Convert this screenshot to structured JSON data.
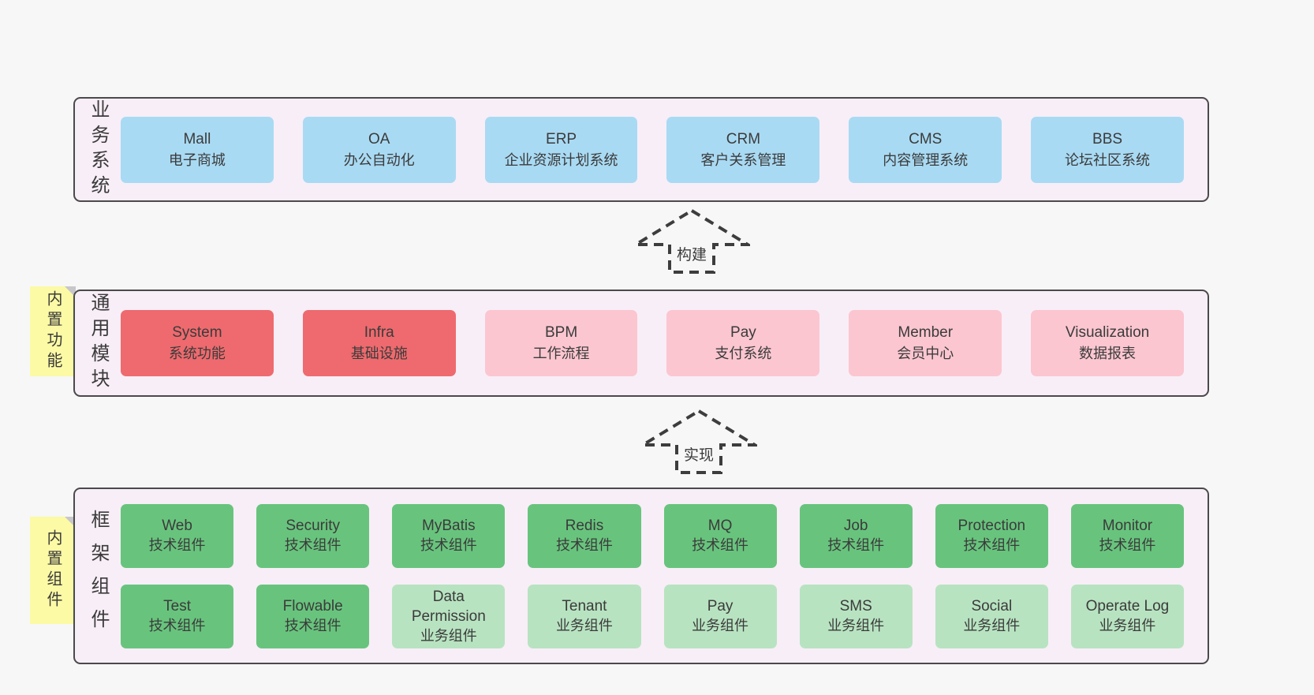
{
  "colors": {
    "page_bg": "#f7f7f7",
    "layer_bg": "#f8eef7",
    "layer_border": "#4a4a4a",
    "box_blue": "#a9daf3",
    "box_red": "#ee6a6e",
    "box_pink": "#fbc6d0",
    "box_green": "#68c47d",
    "box_lightgreen": "#b8e3c1",
    "note_yellow": "#fcfaa5",
    "note_fold_gray": "#c7c7cb",
    "text": "#3b3b3b",
    "arrow_stroke": "#3d3d3d"
  },
  "arrows": [
    {
      "label": "构建"
    },
    {
      "label": "实现"
    }
  ],
  "layers": [
    {
      "label": "业务系统",
      "boxes": [
        {
          "name": "Mall",
          "subtitle": "电子商城",
          "variant": "blue"
        },
        {
          "name": "OA",
          "subtitle": "办公自动化",
          "variant": "blue"
        },
        {
          "name": "ERP",
          "subtitle": "企业资源计划系统",
          "variant": "blue"
        },
        {
          "name": "CRM",
          "subtitle": "客户关系管理",
          "variant": "blue"
        },
        {
          "name": "CMS",
          "subtitle": "内容管理系统",
          "variant": "blue"
        },
        {
          "name": "BBS",
          "subtitle": "论坛社区系统",
          "variant": "blue"
        }
      ]
    },
    {
      "label": "通用模块",
      "note": "内置功能",
      "boxes": [
        {
          "name": "System",
          "subtitle": "系统功能",
          "variant": "red"
        },
        {
          "name": "Infra",
          "subtitle": "基础设施",
          "variant": "red"
        },
        {
          "name": "BPM",
          "subtitle": "工作流程",
          "variant": "pink"
        },
        {
          "name": "Pay",
          "subtitle": "支付系统",
          "variant": "pink"
        },
        {
          "name": "Member",
          "subtitle": "会员中心",
          "variant": "pink"
        },
        {
          "name": "Visualization",
          "subtitle": "数据报表",
          "variant": "pink"
        }
      ]
    },
    {
      "label": "框架组件",
      "note": "内置组件",
      "rows": [
        [
          {
            "name": "Web",
            "subtitle": "技术组件",
            "variant": "green"
          },
          {
            "name": "Security",
            "subtitle": "技术组件",
            "variant": "green"
          },
          {
            "name": "MyBatis",
            "subtitle": "技术组件",
            "variant": "green"
          },
          {
            "name": "Redis",
            "subtitle": "技术组件",
            "variant": "green"
          },
          {
            "name": "MQ",
            "subtitle": "技术组件",
            "variant": "green"
          },
          {
            "name": "Job",
            "subtitle": "技术组件",
            "variant": "green"
          },
          {
            "name": "Protection",
            "subtitle": "技术组件",
            "variant": "green"
          },
          {
            "name": "Monitor",
            "subtitle": "技术组件",
            "variant": "green"
          }
        ],
        [
          {
            "name": "Test",
            "subtitle": "技术组件",
            "variant": "green"
          },
          {
            "name": "Flowable",
            "subtitle": "技术组件",
            "variant": "green"
          },
          {
            "name": "Data Permission",
            "subtitle": "业务组件",
            "variant": "lightgreen"
          },
          {
            "name": "Tenant",
            "subtitle": "业务组件",
            "variant": "lightgreen"
          },
          {
            "name": "Pay",
            "subtitle": "业务组件",
            "variant": "lightgreen"
          },
          {
            "name": "SMS",
            "subtitle": "业务组件",
            "variant": "lightgreen"
          },
          {
            "name": "Social",
            "subtitle": "业务组件",
            "variant": "lightgreen"
          },
          {
            "name": "Operate Log",
            "subtitle": "业务组件",
            "variant": "lightgreen"
          }
        ]
      ]
    }
  ]
}
